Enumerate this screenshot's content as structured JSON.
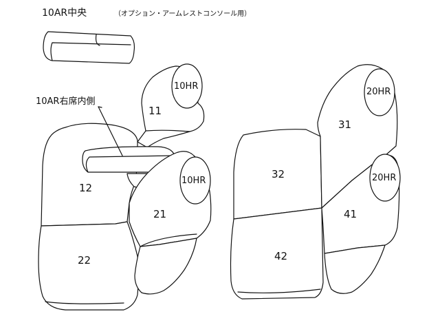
{
  "title": {
    "main": "10AR中央",
    "sub": "（オプション・アームレストコンソール用）"
  },
  "callout": {
    "label": "10AR右席内側"
  },
  "left_seat": {
    "headrest_label": "11",
    "headrest_tag_upper": "10HR",
    "headrest_tag_lower": "10HR",
    "backrest_label": "12",
    "side_back_label": "21",
    "cushion_label": "22"
  },
  "right_seat": {
    "back_upper_label": "31",
    "back_lower_label": "32",
    "headrest_tag_upper": "20HR",
    "headrest_tag_lower": "20HR",
    "side_label": "41",
    "cushion_label": "42"
  }
}
